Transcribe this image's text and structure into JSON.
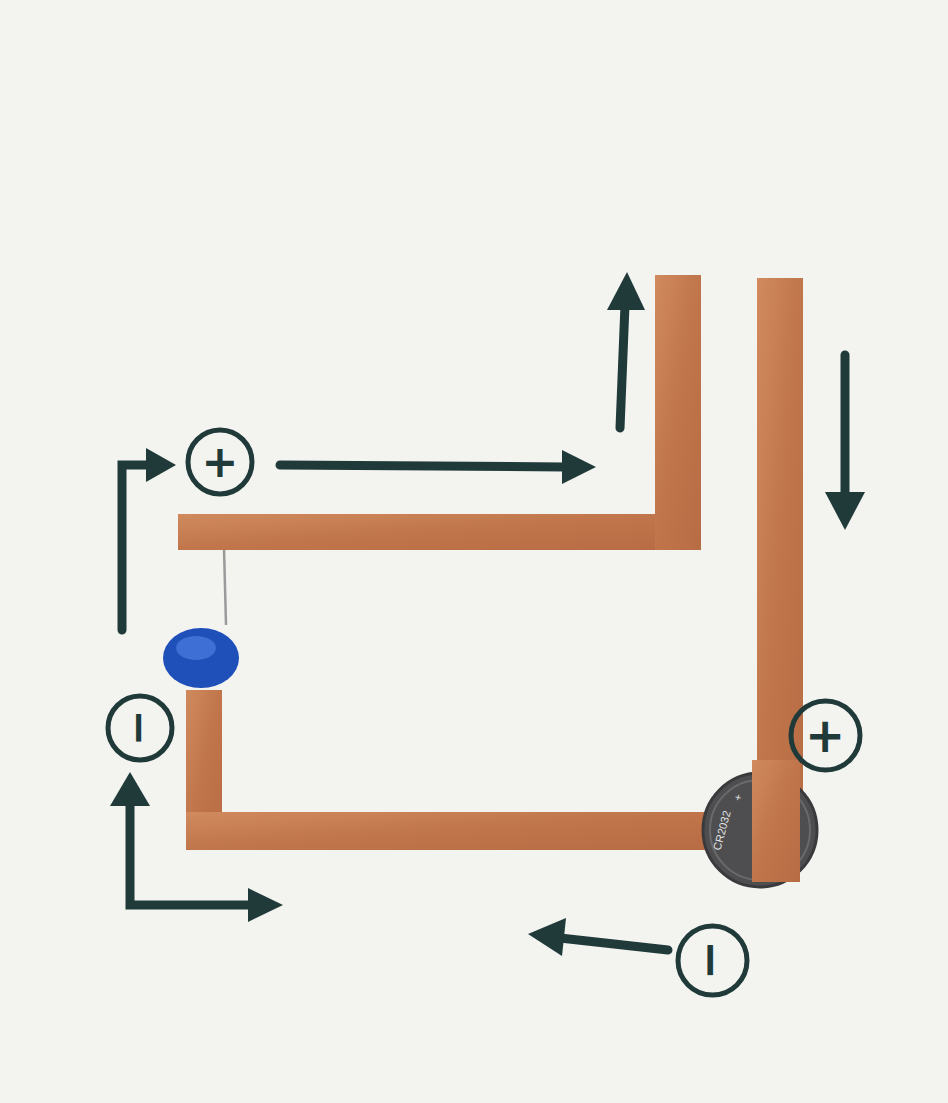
{
  "diagram": {
    "nodes": [
      {
        "text": [
          "+"
        ]
      },
      {
        "text": [
          "−"
        ]
      },
      {
        "text": [
          "+"
        ]
      },
      {
        "text": [
          "−"
        ]
      }
    ],
    "labels": [
      "CR2032",
      "+"
    ]
  }
}
